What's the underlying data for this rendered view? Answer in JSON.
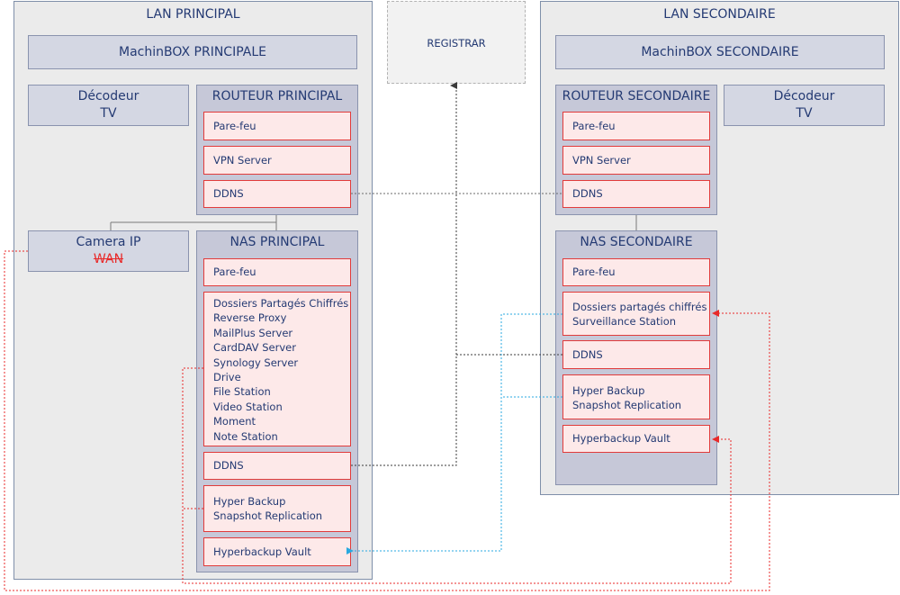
{
  "lan_principal": {
    "title": "LAN PRINCIPAL",
    "box": "MachinBOX PRINCIPALE",
    "decoder": [
      "Décodeur",
      "TV"
    ],
    "camera": {
      "title": "Camera IP",
      "wan": "WAN"
    },
    "router": {
      "title": "ROUTEUR PRINCIPAL",
      "services": [
        "Pare-feu",
        "VPN Server",
        "DDNS"
      ]
    },
    "nas": {
      "title": "NAS PRINCIPAL",
      "firewall": "Pare-feu",
      "packages": [
        "Dossiers Partagés Chiffrés",
        "Reverse Proxy",
        "MailPlus Server",
        "CardDAV Server",
        "Synology Server",
        "Drive",
        "File Station",
        "Video Station",
        "Moment",
        "Note Station"
      ],
      "ddns": "DDNS",
      "backup": [
        "Hyper Backup",
        "Snapshot Replication"
      ],
      "vault": "Hyperbackup Vault"
    }
  },
  "registrar": "REGISTRAR",
  "lan_secondaire": {
    "title": "LAN SECONDAIRE",
    "box": "MachinBOX SECONDAIRE",
    "decoder": [
      "Décodeur",
      "TV"
    ],
    "router": {
      "title": "ROUTEUR SECONDAIRE",
      "services": [
        "Pare-feu",
        "VPN Server",
        "DDNS"
      ]
    },
    "nas": {
      "title": "NAS SECONDAIRE",
      "firewall": "Pare-feu",
      "packages": [
        "Dossiers partagés chiffrés",
        "Surveillance Station"
      ],
      "ddns": "DDNS",
      "backup": [
        "Hyper Backup",
        "Snapshot Replication"
      ],
      "vault": "Hyperbackup Vault"
    }
  },
  "colors": {
    "container_bg": "#ebebeb",
    "box_bg": "#d4d7e3",
    "service_bg": "#fde9e9",
    "service_border": "#e13b3b",
    "text": "#243a73",
    "link_red": "#e82a2a",
    "link_blue": "#29a9e0",
    "link_grey": "#6b6b6b"
  }
}
